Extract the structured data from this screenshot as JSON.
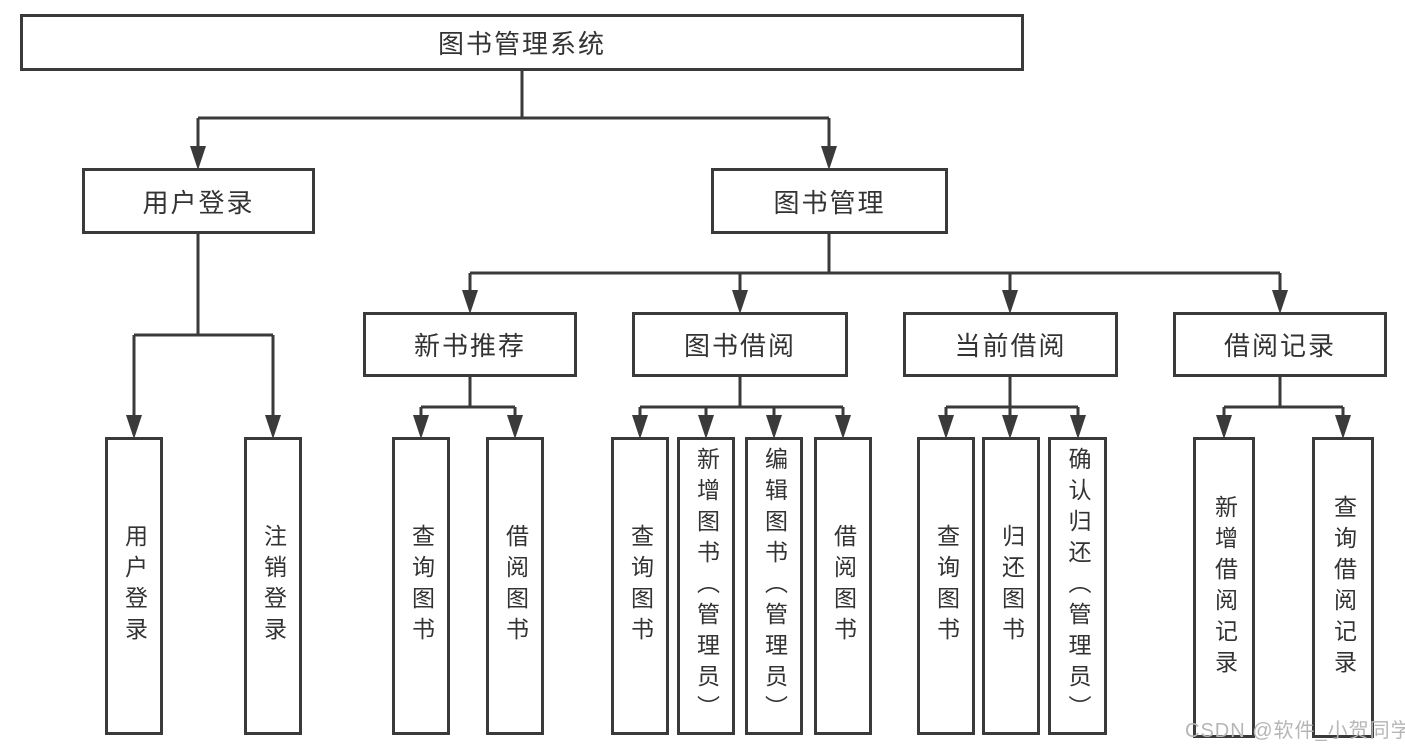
{
  "diagram": {
    "title": "图书管理系统",
    "root": {
      "label": "图书管理系统"
    },
    "level1": [
      {
        "label": "用户登录"
      },
      {
        "label": "图书管理"
      }
    ],
    "level2": [
      {
        "label": "新书推荐"
      },
      {
        "label": "图书借阅"
      },
      {
        "label": "当前借阅"
      },
      {
        "label": "借阅记录"
      }
    ],
    "leaves": [
      {
        "label": "用户登录",
        "parent": "用户登录"
      },
      {
        "label": "注销登录",
        "parent": "用户登录"
      },
      {
        "label": "查询图书",
        "parent": "新书推荐"
      },
      {
        "label": "借阅图书",
        "parent": "新书推荐"
      },
      {
        "label": "查询图书",
        "parent": "图书借阅"
      },
      {
        "label": "新增图书（管理员）",
        "parent": "图书借阅"
      },
      {
        "label": "编辑图书（管理员）",
        "parent": "图书借阅"
      },
      {
        "label": "借阅图书",
        "parent": "图书借阅"
      },
      {
        "label": "查询图书",
        "parent": "当前借阅"
      },
      {
        "label": "归还图书",
        "parent": "当前借阅"
      },
      {
        "label": "确认归还（管理员）",
        "parent": "当前借阅"
      },
      {
        "label": "新增借阅记录",
        "parent": "借阅记录"
      },
      {
        "label": "查询借阅记录",
        "parent": "借阅记录"
      }
    ]
  },
  "watermark": {
    "text": "CSDN @软件_小贺同学"
  },
  "colors": {
    "line": "#3a3a3a",
    "border": "#3a3a3a",
    "text": "#333333",
    "watermark": "#b6b6b6",
    "background": "#ffffff"
  }
}
